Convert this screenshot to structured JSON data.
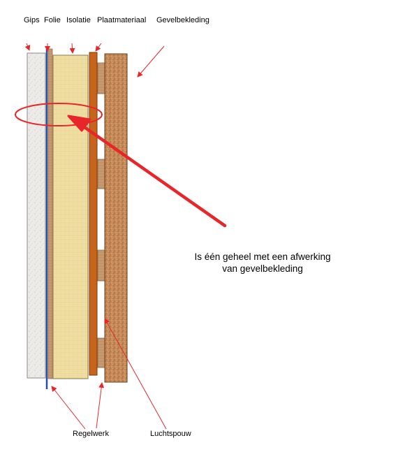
{
  "labels": {
    "gips": "Gips",
    "folie": "Folie",
    "isolatie": "Isolatie",
    "plaatmateriaal": "Plaatmateriaal",
    "gevelbekleding": "Gevelbekleding",
    "regelwerk": "Regelwerk",
    "luchtspouw": "Luchtspouw"
  },
  "annotation": {
    "line1": "Is één geheel met een afwerking",
    "line2": "van gevelbekleding"
  },
  "colors": {
    "arrow": "#e8262a",
    "folie": "#2a4fa8",
    "plaat": "#c8641a",
    "gips": "#ecebe7",
    "isolatie": "#f1dfa3",
    "regel": "#c99a6e",
    "gevel": "#c58a57"
  }
}
